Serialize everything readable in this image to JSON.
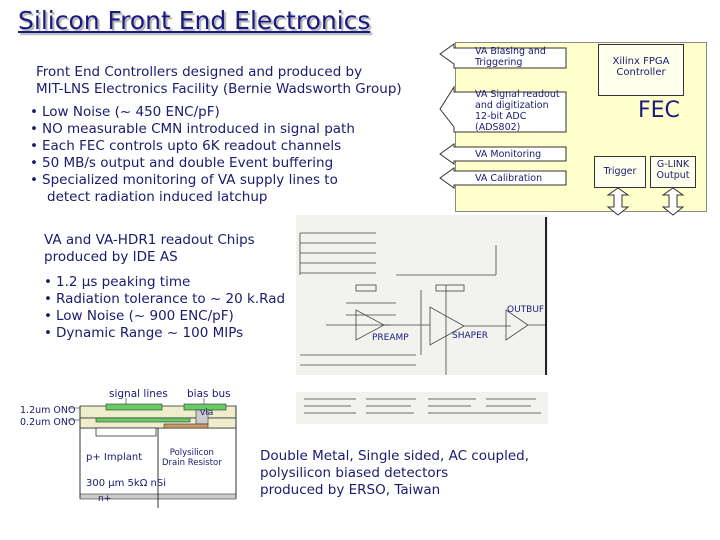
{
  "title": "Silicon Front End Electronics",
  "intro": {
    "line1": "Front End Controllers designed and produced by",
    "line2": "MIT-LNS Electronics Facility (Bernie Wadsworth Group)"
  },
  "features": [
    "Low Noise (~ 450 ENC/pF)",
    "NO measurable CMN introduced in signal path",
    "Each FEC controls upto 6K readout channels",
    "50 MB/s output and double Event buffering",
    "Specialized monitoring of VA supply lines to"
  ],
  "features_cont": "detect radiation induced latchup",
  "fec": {
    "signals": [
      {
        "l1": "VA Biasing and",
        "l2": "Triggering"
      },
      {
        "l1": "VA Signal readout",
        "l2": "and digitization",
        "l3": "12-bit ADC",
        "l4": "(ADS802)"
      },
      {
        "l1": "VA Monitoring"
      },
      {
        "l1": "VA Calibration"
      }
    ],
    "fpga_l1": "Xilinx FPGA",
    "fpga_l2": "Controller",
    "label": "FEC",
    "trigger": "Trigger",
    "glink_l1": "G-LINK",
    "glink_l2": "Output"
  },
  "va": {
    "line1": "VA and VA-HDR1 readout Chips",
    "line2": "produced by IDE AS",
    "bullets": [
      "1.2 µs peaking time",
      "Radiation tolerance to ~ 20 k.Rad",
      "Low Noise (~ 900 ENC/pF)",
      "Dynamic Range ~ 100 MIPs"
    ]
  },
  "schematic": {
    "preamp": "PREAMP",
    "shaper": "SHAPER",
    "outbuf": "OUTBUF"
  },
  "section": {
    "signal_lines": "signal lines",
    "bias_bus": "bias bus",
    "t1": "1.2um ONO",
    "t2": "0.2um ONO",
    "via": "via",
    "implant": "p+ Implant",
    "resistor_l1": "Polysilicon",
    "resistor_l2": "Drain Resistor",
    "substrate": "300 µm 5kΩ nSi",
    "nplus": "n+"
  },
  "detector": {
    "line1": "Double Metal, Single sided, AC coupled,",
    "line2": "polysilicon biased detectors",
    "line3": "produced by ERSO, Taiwan"
  }
}
